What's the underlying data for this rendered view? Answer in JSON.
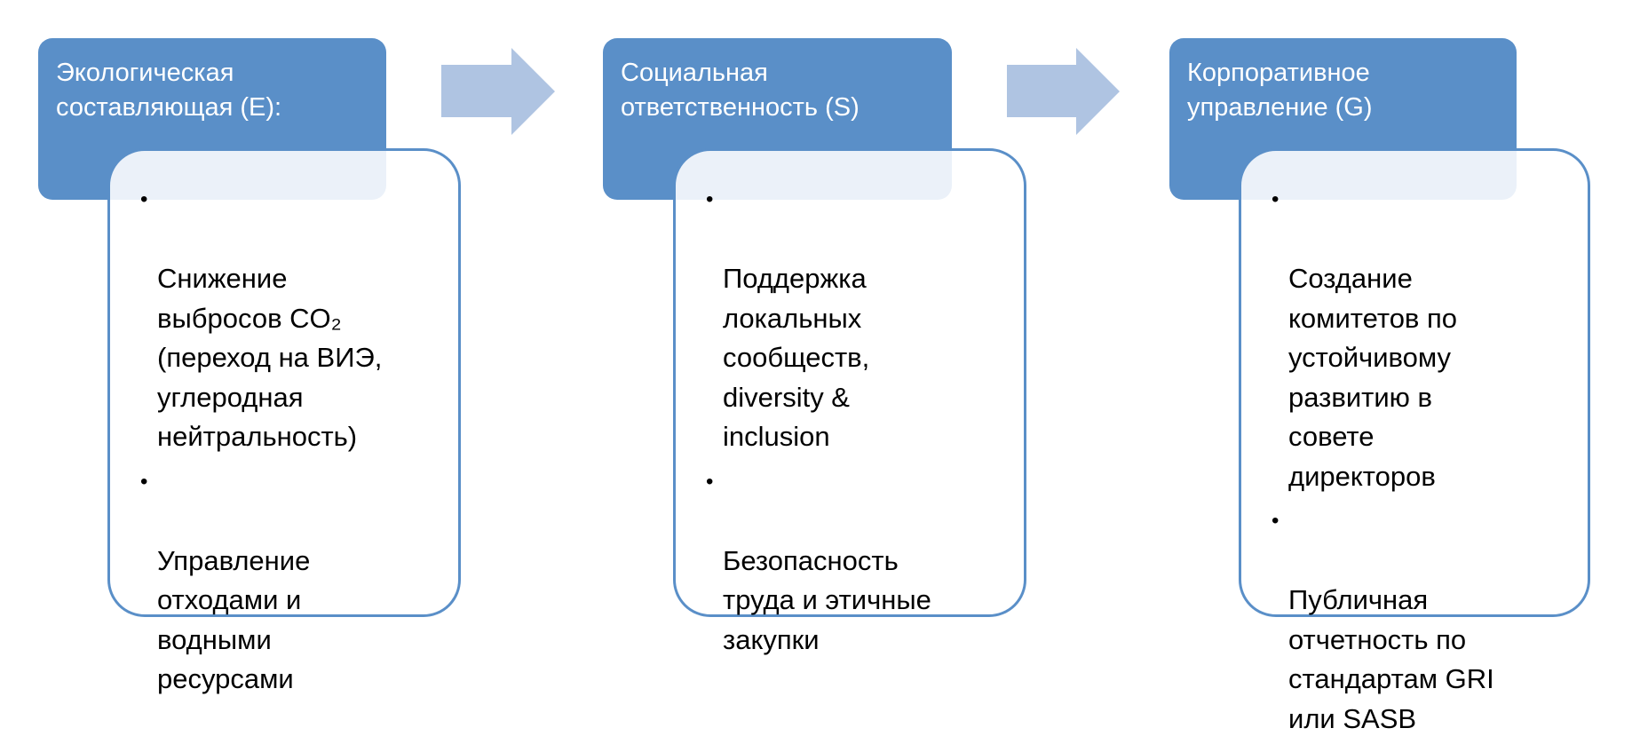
{
  "diagram": {
    "colors": {
      "header_fill": "#5a8fc8",
      "header_text": "#ffffff",
      "detail_border": "#5a8fc8",
      "detail_fill": "#ffffff",
      "arrow_fill": "#afc4e2",
      "body_text": "#000000"
    },
    "stages": [
      {
        "title": "Экологическая\nсоставляющая (E):",
        "bullets": [
          "Снижение\nвыбросов CO₂\n(переход на ВИЭ,\nуглеродная\nнейтральность)",
          "Управление\nотходами и\nводными\nресурсами"
        ]
      },
      {
        "title": "Социальная\nответственность (S)",
        "bullets": [
          "Поддержка\nлокальных\nсообществ,\ndiversity &\ninclusion",
          "Безопасность\nтруда и этичные\nзакупки"
        ]
      },
      {
        "title": "Корпоративное\nуправление (G)",
        "bullets": [
          "Создание\nкомитетов по\nустойчивому\nразвитию в\nсовете\nдиректоров",
          "Публичная\nотчетность по\nстандартам GRI\nили SASB"
        ]
      }
    ],
    "connectors": [
      {
        "icon": "right-arrow-icon",
        "from": 0,
        "to": 1
      },
      {
        "icon": "right-arrow-icon",
        "from": 1,
        "to": 2
      }
    ],
    "bullet_glyph": "•"
  }
}
